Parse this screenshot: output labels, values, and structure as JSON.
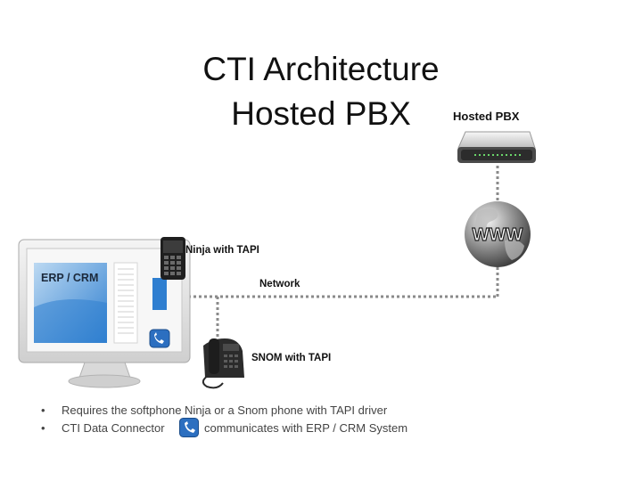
{
  "title": {
    "line1": "CTI Architecture",
    "line2": "Hosted PBX"
  },
  "labels": {
    "hosted_pbx": "Hosted PBX",
    "ninja": "Ninja with TAPI",
    "network": "Network",
    "snom": "SNOM with TAPI",
    "erp_crm": "ERP / CRM",
    "www": "WWW"
  },
  "bullets": [
    {
      "marker": "•",
      "text": "Requires the softphone Ninja or a Snom phone with TAPI driver"
    },
    {
      "marker": "•",
      "text_before": "CTI Data Connector",
      "icon": "phone-app-icon",
      "text_after": "communicates with ERP / CRM System"
    }
  ],
  "colors": {
    "connector_dots": "#8a8a8a",
    "globe": "#555555",
    "screen_blue": "#2f7fd0",
    "app_icon_blue": "#2c6fc0"
  }
}
